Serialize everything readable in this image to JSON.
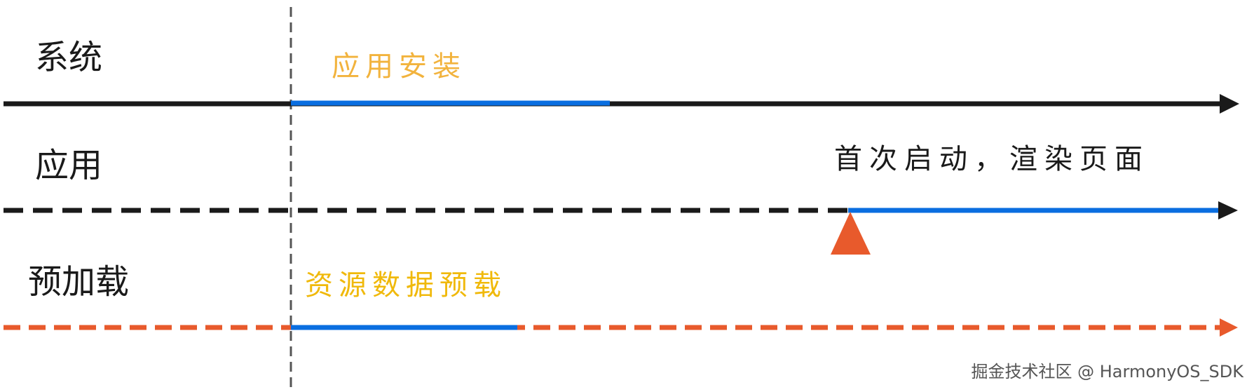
{
  "lanes": {
    "system": {
      "label": "系统",
      "phase": "应用安装"
    },
    "app": {
      "label": "应用",
      "event": "首次启动，渲染页面"
    },
    "preload": {
      "label": "预加载",
      "phase": "资源数据预载"
    }
  },
  "watermark": "掘金技术社区 @ HarmonyOS_SDK",
  "colors": {
    "axis": "#1a1a1a",
    "active": "#0a6ee0",
    "preload_line": "#e85a2c",
    "marker": "#e85a2c",
    "phase_text_system": "#f2b33d",
    "phase_text_preload": "#f0b90b",
    "divider": "#555555"
  },
  "icons": {
    "start_marker": "triangle-up-icon"
  }
}
